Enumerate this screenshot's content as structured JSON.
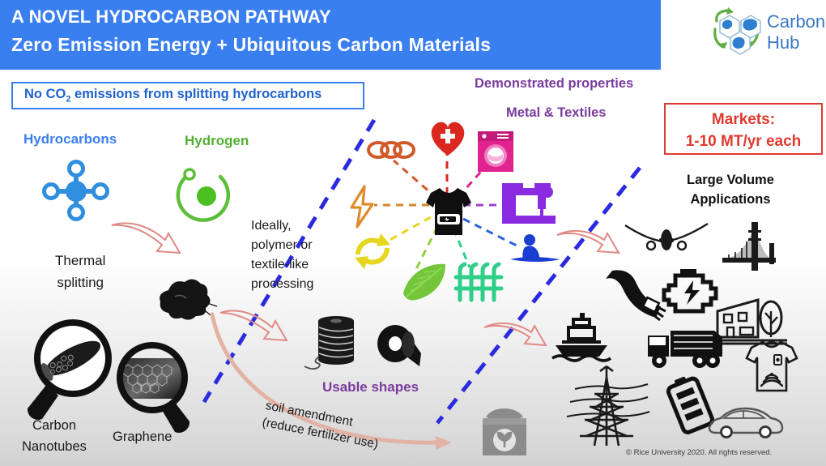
{
  "header": {
    "line1": "A NOVEL HYDROCARBON PATHWAY",
    "line2": "Zero Emission Energy + Ubiquitous  Carbon Materials",
    "bg_color": "#3a7ff0"
  },
  "logo": {
    "name": "carbon-hub-logo",
    "line1": "Carbon",
    "line2": "Hub",
    "text_color": "#3b78c4",
    "accent_color": "#5fae46"
  },
  "callouts": {
    "no_co2": {
      "text_before": "No CO",
      "subscript": "2",
      "text_after": " emissions from splitting hydrocarbons",
      "color": "#1f63cc"
    },
    "markets": {
      "line1": "Markets:",
      "line2": "1-10 MT/yr each",
      "color": "#e03a2f"
    }
  },
  "left_stage": {
    "hydrocarbons_label": "Hydrocarbons",
    "hydrogen_label": "Hydrogen",
    "thermal_splitting_line1": "Thermal",
    "thermal_splitting_line2": "splitting",
    "molecule_icon": "methane-molecule-icon",
    "hydrogen_icon": "hydrogen-atom-icon",
    "carbon_solid_icon": "carbon-black-icon"
  },
  "processing": {
    "line1": "Ideally,",
    "line2": "polymer or",
    "line3": "textile-like",
    "line4": "processing"
  },
  "nanomaterials": {
    "carbon_nanotubes_line1": "Carbon",
    "carbon_nanotubes_line2": "Nanotubes",
    "graphene_label": "Graphene"
  },
  "usable_shapes": {
    "label": "Usable shapes",
    "icons": [
      "thread-spool-icon",
      "tape-roll-icon"
    ],
    "color": "#7a3b9e"
  },
  "soil": {
    "line1": "soil amendment",
    "line2": "(reduce fertilizer use)",
    "bag_icon": "fertilizer-bag-icon"
  },
  "center_hub": {
    "title_line1": "Demonstrated properties",
    "title_line2": "Metal & Textiles",
    "title_color": "#7a3b9e",
    "hub_icon": "tshirt-battery-icon",
    "properties": [
      {
        "name": "chain-links-icon",
        "color": "#d2582a"
      },
      {
        "name": "heart-medical-icon",
        "color": "#d9281e"
      },
      {
        "name": "washing-machine-icon",
        "color": "#e0238f"
      },
      {
        "name": "lightning-bolt-icon",
        "color": "#e08a2a"
      },
      {
        "name": "sewing-machine-icon",
        "color": "#8a2be2"
      },
      {
        "name": "recycle-arrows-icon",
        "color": "#e6d71e"
      },
      {
        "name": "person-stretching-icon",
        "color": "#1a3fd0"
      },
      {
        "name": "leaf-icon",
        "color": "#6fbf2e"
      },
      {
        "name": "fiber-grass-icon",
        "color": "#2fcf8a"
      }
    ]
  },
  "applications": {
    "title_line1": "Large Volume",
    "title_line2": "Applications",
    "icons": [
      "airplane-icon",
      "suspension-bridge-icon",
      "cable-icon",
      "engine-power-icon",
      "house-icon",
      "ship-icon",
      "truck-icon",
      "power-pylon-icon",
      "battery-icon",
      "car-icon",
      "smart-tshirt-icon"
    ]
  },
  "footer": {
    "copyright": "© Rice University 2020. All rights reserved."
  },
  "dividers": {
    "color": "#2a2ae0",
    "style": "dashed"
  }
}
